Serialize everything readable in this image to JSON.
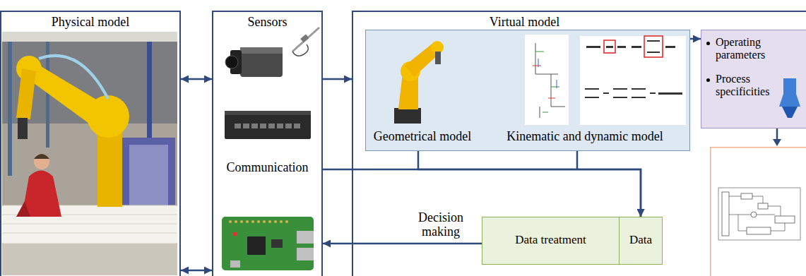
{
  "diagram": {
    "nodes": [
      {
        "text": [
          "Physical model"
        ]
      },
      {
        "text": [
          "Sensors"
        ]
      },
      {
        "text": [
          "Virtual model"
        ]
      },
      {
        "text": [
          "Geometrical model",
          "Kinematic and dynamic model"
        ],
        "in": 2
      },
      {
        "text": [
          "Operating parameters",
          "Process specificities"
        ],
        "in": 2
      },
      {
        "text": [
          "Data treatment"
        ],
        "in": 2
      },
      {
        "text": [
          "Data"
        ],
        "in": 2
      }
    ],
    "edges": [
      {
        "from": 0,
        "to": 1,
        "arrow": "both"
      },
      {
        "from": 0,
        "to": 1,
        "arrow": "both"
      },
      {
        "from": 1,
        "to": 2,
        "arrow": "to"
      },
      {
        "from": 3,
        "to": 4,
        "arrow": "to"
      },
      {
        "from": 1,
        "to": 6,
        "arrow": "to"
      },
      {
        "from": 3,
        "to": 6,
        "arrow": "to"
      },
      {
        "from": 5,
        "to": 1,
        "arrow": "to",
        "label": "Decision making"
      }
    ],
    "labels": [
      "Communication"
    ]
  }
}
